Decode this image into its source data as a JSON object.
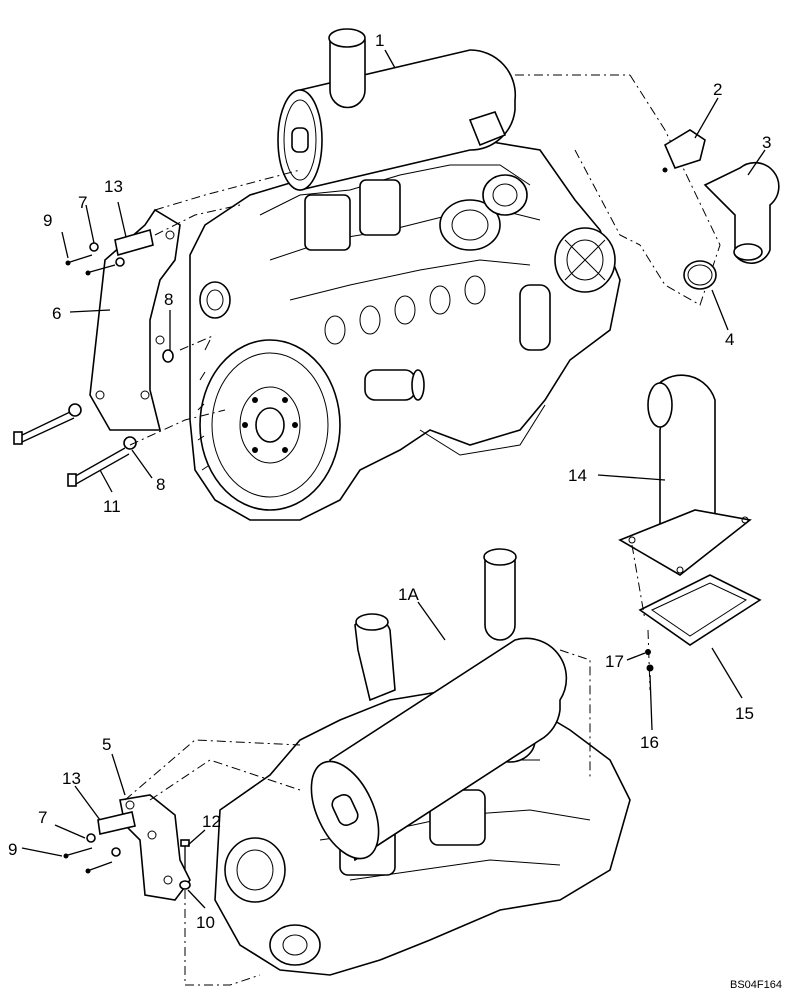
{
  "callouts": {
    "c1": "1",
    "c2": "2",
    "c3": "3",
    "c4": "4",
    "c6": "6",
    "c7a": "7",
    "c8a": "8",
    "c8b": "8",
    "c9a": "9",
    "c11": "11",
    "c13a": "13",
    "c14": "14",
    "c15": "15",
    "c16": "16",
    "c17": "17",
    "c1A": "1A",
    "c5": "5",
    "c7b": "7",
    "c9b": "9",
    "c10": "10",
    "c12": "12",
    "c13b": "13"
  },
  "reference_code": "BS04F164"
}
